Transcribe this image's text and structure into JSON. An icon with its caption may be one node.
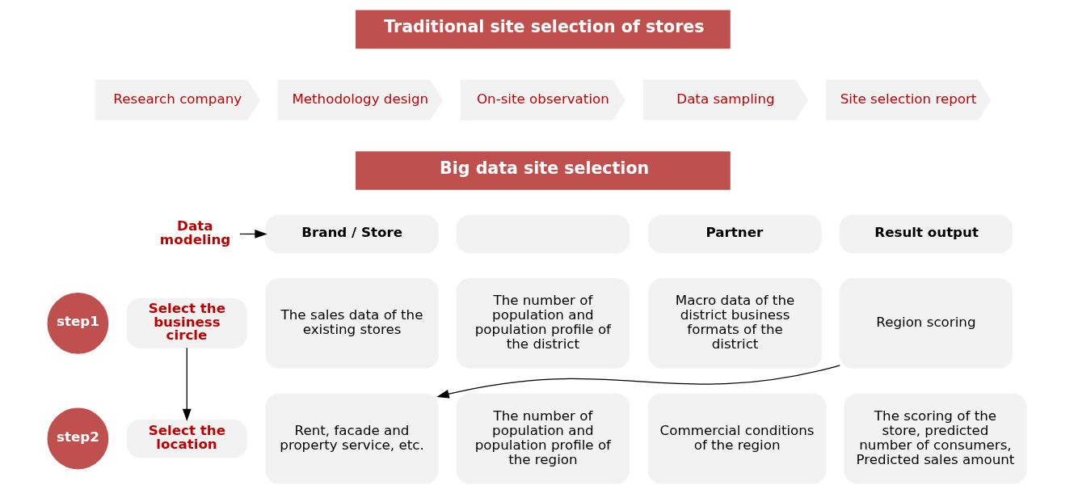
{
  "diagram": {
    "nodes": [
      {
        "text": [
          "Traditional site selection of stores"
        ]
      },
      {
        "text": [
          "Research company"
        ]
      },
      {
        "text": [
          "Methodology design"
        ]
      },
      {
        "text": [
          "On-site observation"
        ]
      },
      {
        "text": [
          "Data sampling"
        ]
      },
      {
        "text": [
          "Site selection report"
        ]
      },
      {
        "text": [
          "Big data site selection"
        ]
      },
      {
        "text": [
          "Data modeling"
        ]
      },
      {
        "text": [
          "Brand / Store"
        ]
      },
      {
        "text": [],
        "shape": "box"
      },
      {
        "text": [
          "Partner"
        ]
      },
      {
        "text": [
          "Result output"
        ]
      },
      {
        "text": [
          "step1"
        ]
      },
      {
        "text": [
          "Select the business circle"
        ]
      },
      {
        "text": [
          "The sales data of the existing stores"
        ]
      },
      {
        "text": [
          "The number of population and population profile of the district"
        ]
      },
      {
        "text": [
          "Macro data of the district business formats of the district"
        ]
      },
      {
        "text": [
          "Region scoring"
        ]
      },
      {
        "text": [
          "step2"
        ]
      },
      {
        "text": [
          "Select the location"
        ]
      },
      {
        "text": [
          "Rent, facade and property service, etc."
        ]
      },
      {
        "text": [
          "The number of population and population profile of the region"
        ]
      },
      {
        "text": [
          "Commercial conditions of the region"
        ]
      },
      {
        "text": [
          "The scoring of the store, predicted number of consumers, Predicted sales amount"
        ]
      }
    ],
    "edges": [
      {
        "from": 7,
        "to": 8,
        "arrow": "to"
      },
      {
        "from": 13,
        "to": 19,
        "arrow": "to"
      },
      {
        "from": 17,
        "to": 20,
        "arrow": "to"
      }
    ]
  }
}
